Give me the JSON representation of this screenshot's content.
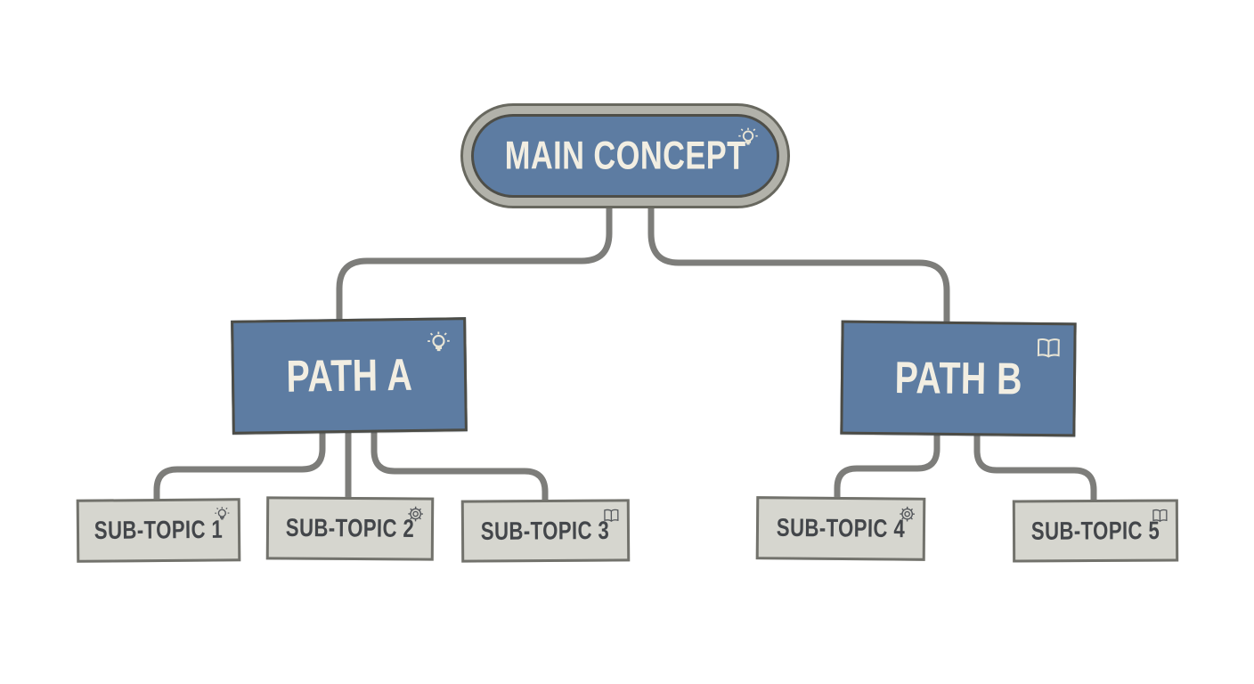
{
  "diagram": {
    "type": "mind-map-tree",
    "nodes": {
      "root": {
        "label": "MAIN CONCEPT",
        "icon": "lightbulb"
      },
      "path_a": {
        "label": "PATH A",
        "icon": "lightbulb"
      },
      "path_b": {
        "label": "PATH B",
        "icon": "book"
      },
      "sub1": {
        "label": "SUB-TOPIC 1",
        "icon": "lightbulb"
      },
      "sub2": {
        "label": "SUB-TOPIC 2",
        "icon": "gear"
      },
      "sub3": {
        "label": "SUB-TOPIC 3",
        "icon": "book"
      },
      "sub4": {
        "label": "SUB-TOPIC 4",
        "icon": "gear"
      },
      "sub5": {
        "label": "SUB-TOPIC 5",
        "icon": "book"
      }
    },
    "edges": [
      [
        "root",
        "path_a"
      ],
      [
        "root",
        "path_b"
      ],
      [
        "path_a",
        "sub1"
      ],
      [
        "path_a",
        "sub2"
      ],
      [
        "path_a",
        "sub3"
      ],
      [
        "path_b",
        "sub4"
      ],
      [
        "path_b",
        "sub5"
      ]
    ],
    "colors": {
      "primary_fill": "#5d7ca2",
      "secondary_fill": "#d6d6cf",
      "connector": "#7d7d7a",
      "text_on_primary": "#f2eee2",
      "text_on_secondary": "#43464a"
    }
  }
}
